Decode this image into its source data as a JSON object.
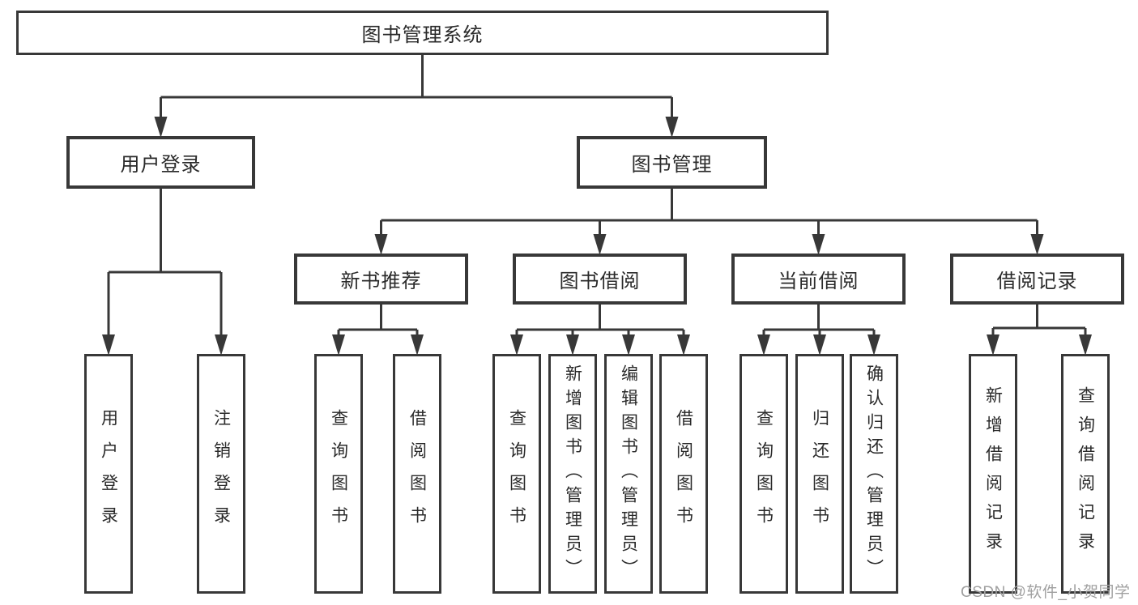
{
  "diagram": {
    "title": "图书管理系统",
    "watermark": "CSDN @软件_小贺同学",
    "colors": {
      "line": "#383838",
      "box_border": "#383838",
      "box_background": "#ffffff",
      "text": "#2a2a2a",
      "watermark_text": "#a0a0a0"
    }
  },
  "nodes": [
    {
      "id": "root",
      "label": "图书管理系统",
      "orientation": "horizontal",
      "level": 1
    },
    {
      "id": "user-login",
      "label": "用户登录",
      "orientation": "horizontal",
      "level": 2
    },
    {
      "id": "book-management",
      "label": "图书管理",
      "orientation": "horizontal",
      "level": 2
    },
    {
      "id": "new-book-recommend",
      "label": "新书推荐",
      "orientation": "horizontal",
      "level": 3
    },
    {
      "id": "book-borrow",
      "label": "图书借阅",
      "orientation": "horizontal",
      "level": 3
    },
    {
      "id": "current-borrow",
      "label": "当前借阅",
      "orientation": "horizontal",
      "level": 3
    },
    {
      "id": "borrow-records",
      "label": "借阅记录",
      "orientation": "horizontal",
      "level": 3
    },
    {
      "id": "leaf-user-login",
      "label": "用户登录",
      "orientation": "vertical",
      "level": 4
    },
    {
      "id": "leaf-logout",
      "label": "注销登录",
      "orientation": "vertical",
      "level": 4
    },
    {
      "id": "leaf-query-book-1",
      "label": "查询图书",
      "orientation": "vertical",
      "level": 4
    },
    {
      "id": "leaf-borrow-book-1",
      "label": "借阅图书",
      "orientation": "vertical",
      "level": 4
    },
    {
      "id": "leaf-query-book-2",
      "label": "查询图书",
      "orientation": "vertical",
      "level": 4
    },
    {
      "id": "leaf-add-book",
      "label": "新增图书（管理员）",
      "orientation": "vertical",
      "level": 4
    },
    {
      "id": "leaf-edit-book",
      "label": "编辑图书（管理员）",
      "orientation": "vertical",
      "level": 4
    },
    {
      "id": "leaf-borrow-book-2",
      "label": "借阅图书",
      "orientation": "vertical",
      "level": 4
    },
    {
      "id": "leaf-query-book-3",
      "label": "查询图书",
      "orientation": "vertical",
      "level": 4
    },
    {
      "id": "leaf-return-book",
      "label": "归还图书",
      "orientation": "vertical",
      "level": 4
    },
    {
      "id": "leaf-confirm-return",
      "label": "确认归还（管理员）",
      "orientation": "vertical",
      "level": 4
    },
    {
      "id": "leaf-add-record",
      "label": "新增借阅记录",
      "orientation": "vertical",
      "level": 4
    },
    {
      "id": "leaf-query-record",
      "label": "查询借阅记录",
      "orientation": "vertical",
      "level": 4
    }
  ],
  "edges": [
    {
      "parent": "root",
      "children": [
        "user-login",
        "book-management"
      ]
    },
    {
      "parent": "book-management",
      "children": [
        "new-book-recommend",
        "book-borrow",
        "current-borrow",
        "borrow-records"
      ]
    },
    {
      "parent": "user-login",
      "children": [
        "leaf-user-login",
        "leaf-logout"
      ]
    },
    {
      "parent": "new-book-recommend",
      "children": [
        "leaf-query-book-1",
        "leaf-borrow-book-1"
      ]
    },
    {
      "parent": "book-borrow",
      "children": [
        "leaf-query-book-2",
        "leaf-add-book",
        "leaf-edit-book",
        "leaf-borrow-book-2"
      ]
    },
    {
      "parent": "current-borrow",
      "children": [
        "leaf-query-book-3",
        "leaf-return-book",
        "leaf-confirm-return"
      ]
    },
    {
      "parent": "borrow-records",
      "children": [
        "leaf-add-record",
        "leaf-query-record"
      ]
    }
  ]
}
